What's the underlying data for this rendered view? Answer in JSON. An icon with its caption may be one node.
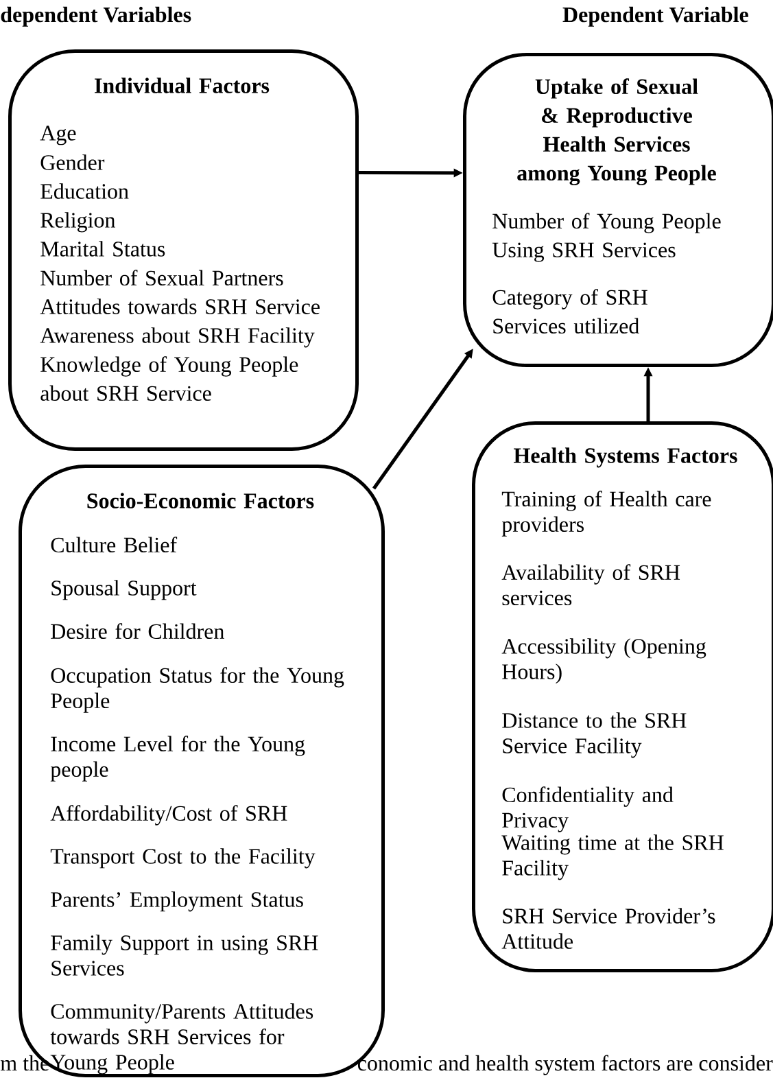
{
  "diagram": {
    "nodes": [
      {
        "text": [
          "Individual Factors",
          "Age",
          "Gender",
          "Education",
          "Religion",
          "Marital Status",
          "Number of Sexual Partners",
          "Attitudes towards SRH Service",
          "Awareness about SRH Facility",
          "Knowledge of Young People about SRH Service"
        ]
      },
      {
        "text": [
          "Uptake of Sexual & Reproductive Health Services among Young People",
          "Number of Young People Using SRH Services",
          "Category of SRH Services utilized"
        ]
      },
      {
        "text": [
          "Socio-Economic Factors",
          "Culture Belief",
          "Spousal Support",
          "Desire for Children",
          "Occupation Status for the Young People",
          "Income Level for the Young people",
          "Affordability/Cost of SRH",
          "Transport Cost to the Facility",
          "Parents’ Employment Status",
          "Family Support in using SRH Services",
          "Community/Parents Attitudes towards SRH Services for Young People"
        ]
      },
      {
        "text": [
          "Health Systems Factors",
          "Training of Health care providers",
          "Availability of SRH services",
          "Accessibility (Opening Hours)",
          "Distance to the SRH Service Facility",
          "Confidentiality and Privacy",
          "Waiting time at the SRH Facility",
          "SRH Service Provider’s Attitude"
        ]
      }
    ],
    "edges": [
      {
        "from": 0,
        "to": 1,
        "arrow": "to"
      },
      {
        "from": 2,
        "to": 1,
        "arrow": "to"
      },
      {
        "from": 3,
        "to": 1,
        "arrow": "to"
      }
    ],
    "labels": [
      "dependent Variables",
      "Dependent Variable",
      "m the",
      "conomic and health system factors are consider"
    ]
  }
}
